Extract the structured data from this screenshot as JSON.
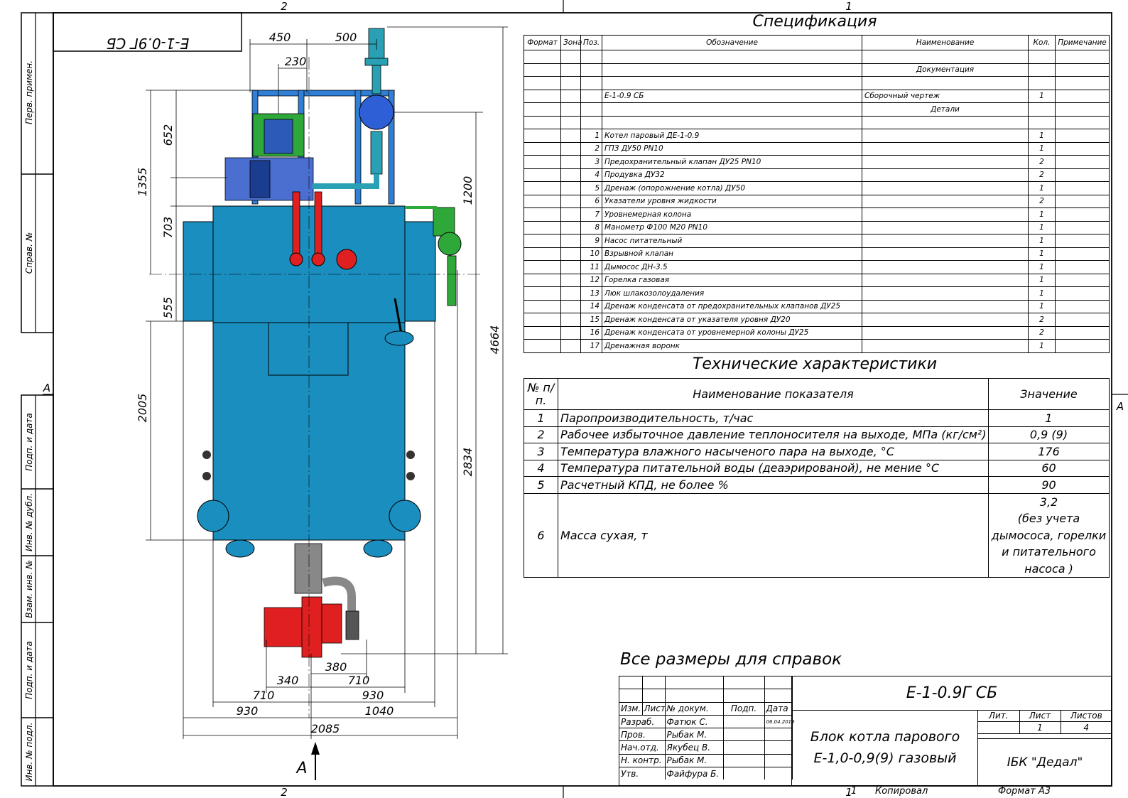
{
  "frame": {
    "top_zone_left": "2",
    "top_zone_right": "1",
    "bottom_zone_left": "2",
    "bottom_zone_right": "1",
    "zone_a_left": "A",
    "zone_a_right": "A",
    "stamp_mirrored": "Е-1-0.9Г СБ",
    "side_labels": [
      "Перв. примен.",
      "Справ. №",
      "Подп. и дата",
      "Инв. № дубл.",
      "Взам. инв. №",
      "Подп. и дата",
      "Инв. № подл."
    ]
  },
  "drawing": {
    "view_arrow_label": "A",
    "dimensions": {
      "d450": "450",
      "d500": "500",
      "d230": "230",
      "d652": "652",
      "d1355": "1355",
      "d703": "703",
      "d555": "555",
      "d2005": "2005",
      "d1200": "1200",
      "d4664": "4664",
      "d2834": "2834",
      "d380": "380",
      "d340": "340",
      "d710a": "710",
      "d710b": "710",
      "d930a": "930",
      "d930b": "930",
      "d1040": "1040",
      "d2085": "2085"
    },
    "colors": {
      "body": "#1a8fbf",
      "frame": "#2f7fd6",
      "green": "#2fa83a",
      "red": "#e02020",
      "motor": "#4a6fd0"
    }
  },
  "specification": {
    "title": "Спецификация",
    "headers": [
      "Формат",
      "Зона",
      "Поз.",
      "Обозначение",
      "Наименование",
      "Кол.",
      "Примечание"
    ],
    "rows": [
      {
        "pos": "",
        "designation": "",
        "name": "",
        "qty": ""
      },
      {
        "pos": "",
        "designation": "",
        "name": "Документация",
        "qty": "",
        "section": true
      },
      {
        "pos": "",
        "designation": "",
        "name": "",
        "qty": ""
      },
      {
        "pos": "",
        "designation": "Е-1-0.9 СБ",
        "name": "Сборочный чертеж",
        "qty": "1"
      },
      {
        "pos": "",
        "designation": "",
        "name": "Детали",
        "qty": "",
        "section": true
      },
      {
        "pos": "",
        "designation": "",
        "name": "",
        "qty": ""
      },
      {
        "pos": "1",
        "designation": "Котел паровый ДЕ-1-0.9",
        "name": "",
        "qty": "1"
      },
      {
        "pos": "2",
        "designation": "ГПЗ ДУ50 PN10",
        "name": "",
        "qty": "1"
      },
      {
        "pos": "3",
        "designation": "Предохранительный клапан ДУ25 PN10",
        "name": "",
        "qty": "2"
      },
      {
        "pos": "4",
        "designation": "Продувка ДУ32",
        "name": "",
        "qty": "2"
      },
      {
        "pos": "5",
        "designation": "Дренаж (опорожнение котла) ДУ50",
        "name": "",
        "qty": "1"
      },
      {
        "pos": "6",
        "designation": "Указатели уровня жидкости",
        "name": "",
        "qty": "2"
      },
      {
        "pos": "7",
        "designation": "Уровнемерная колона",
        "name": "",
        "qty": "1"
      },
      {
        "pos": "8",
        "designation": "Манометр Ф100 М20 PN10",
        "name": "",
        "qty": "1"
      },
      {
        "pos": "9",
        "designation": "Насос питательный",
        "name": "",
        "qty": "1"
      },
      {
        "pos": "10",
        "designation": "Взрывной клапан",
        "name": "",
        "qty": "1"
      },
      {
        "pos": "11",
        "designation": "Дымосос ДН-3.5",
        "name": "",
        "qty": "1"
      },
      {
        "pos": "12",
        "designation": "Горелка газовая",
        "name": "",
        "qty": "1"
      },
      {
        "pos": "13",
        "designation": "Люк шлакозолоудаления",
        "name": "",
        "qty": "1"
      },
      {
        "pos": "14",
        "designation": "Дренаж конденсата от предохранительных клапанов ДУ25",
        "name": "",
        "qty": "1"
      },
      {
        "pos": "15",
        "designation": "Дренаж конденсата от указателя уровня ДУ20",
        "name": "",
        "qty": "2"
      },
      {
        "pos": "16",
        "designation": "Дренаж конденсата от уровнемерной колоны ДУ25",
        "name": "",
        "qty": "2"
      },
      {
        "pos": "17",
        "designation": "Дренажная воронк",
        "name": "",
        "qty": "1"
      }
    ]
  },
  "tech": {
    "title": "Технические характеристики",
    "header_num": "№ п/п.",
    "header_name": "Наименование показателя",
    "header_value": "Значение",
    "rows": [
      {
        "num": "1",
        "name": "Паропроизводительность, т/час",
        "value": "1"
      },
      {
        "num": "2",
        "name": "Рабочее избыточное давление теплоносителя на выходе, МПа (кг/см²)",
        "value": "0,9 (9)"
      },
      {
        "num": "3",
        "name": "Температура влажного насыченого пара на выходе, °С",
        "value": "176"
      },
      {
        "num": "4",
        "name": "Температура питательной воды (деаэрированой), не мение °С",
        "value": "60"
      },
      {
        "num": "5",
        "name": "Расчетный КПД, не более %",
        "value": "90"
      }
    ],
    "row6": {
      "num": "6",
      "name": "Масса сухая, т",
      "value_lines": [
        "3,2",
        "(без учета",
        "дымососа, горелки",
        "и питательного",
        "насоса )"
      ]
    }
  },
  "note": "Все размеры для справок",
  "title_block": {
    "doc_code": "Е-1-0.9Г СБ",
    "headers": [
      "Изм.",
      "Лист",
      "№ докум.",
      "Подп.",
      "Дата"
    ],
    "roles": [
      {
        "role": "Разраб.",
        "name": "Фатюк С.",
        "date": "06.04.2019"
      },
      {
        "role": "Пров.",
        "name": "Рыбак М.",
        "date": ""
      },
      {
        "role": "Нач.отд.",
        "name": "Якубец В.",
        "date": ""
      },
      {
        "role": "Н. контр.",
        "name": "Рыбак М.",
        "date": ""
      },
      {
        "role": "Утв.",
        "name": "Файфура Б.",
        "date": ""
      }
    ],
    "title_line1": "Блок котла парового",
    "title_line2": "Е-1,0-0,9(9) газовый",
    "lit_label": "Лит.",
    "sheet_label": "Лист",
    "sheets_label": "Листов",
    "sheet": "1",
    "sheets": "4",
    "company": "ІБК \"Дедал\"",
    "bottom_sheet": "1",
    "copied": "Копировал",
    "format": "Формат А3"
  }
}
